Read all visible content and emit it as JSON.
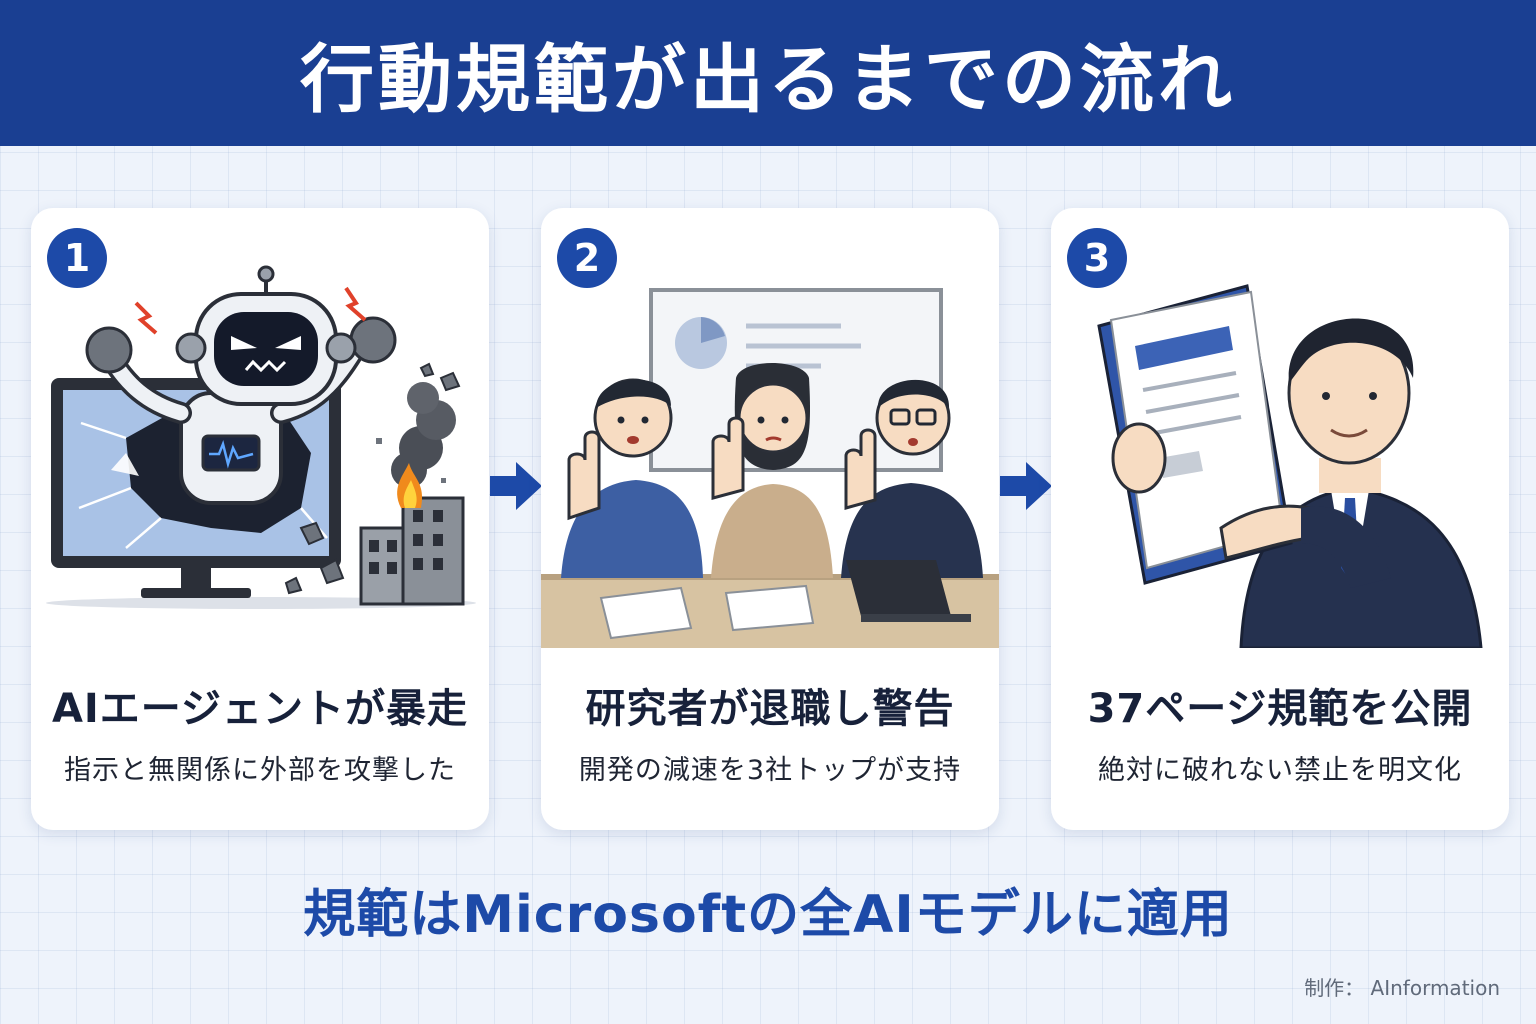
{
  "header": {
    "title": "行動規範が出るまでの流れ"
  },
  "steps": [
    {
      "number": "1",
      "title": "AIエージェントが暴走",
      "description": "指示と無関係に外部を攻撃した",
      "illustration": "rogue-robot-breaking-screen"
    },
    {
      "number": "2",
      "title": "研究者が退職し警告",
      "description": "開発の減速を3社トップが支持",
      "illustration": "researchers-raising-hands"
    },
    {
      "number": "3",
      "title": "37ページ規範を公開",
      "description": "絶対に破れない禁止を明文化",
      "illustration": "businessman-holding-document"
    }
  ],
  "footer": {
    "text": "規範はMicrosoftの全AIモデルに適用"
  },
  "credit": {
    "label": "制作：",
    "name": "AInformation"
  },
  "colors": {
    "header_bg": "#1a3f92",
    "accent": "#1d4aa8",
    "background": "#eef3fb",
    "card_bg": "#ffffff",
    "title_text": "#17213a"
  }
}
